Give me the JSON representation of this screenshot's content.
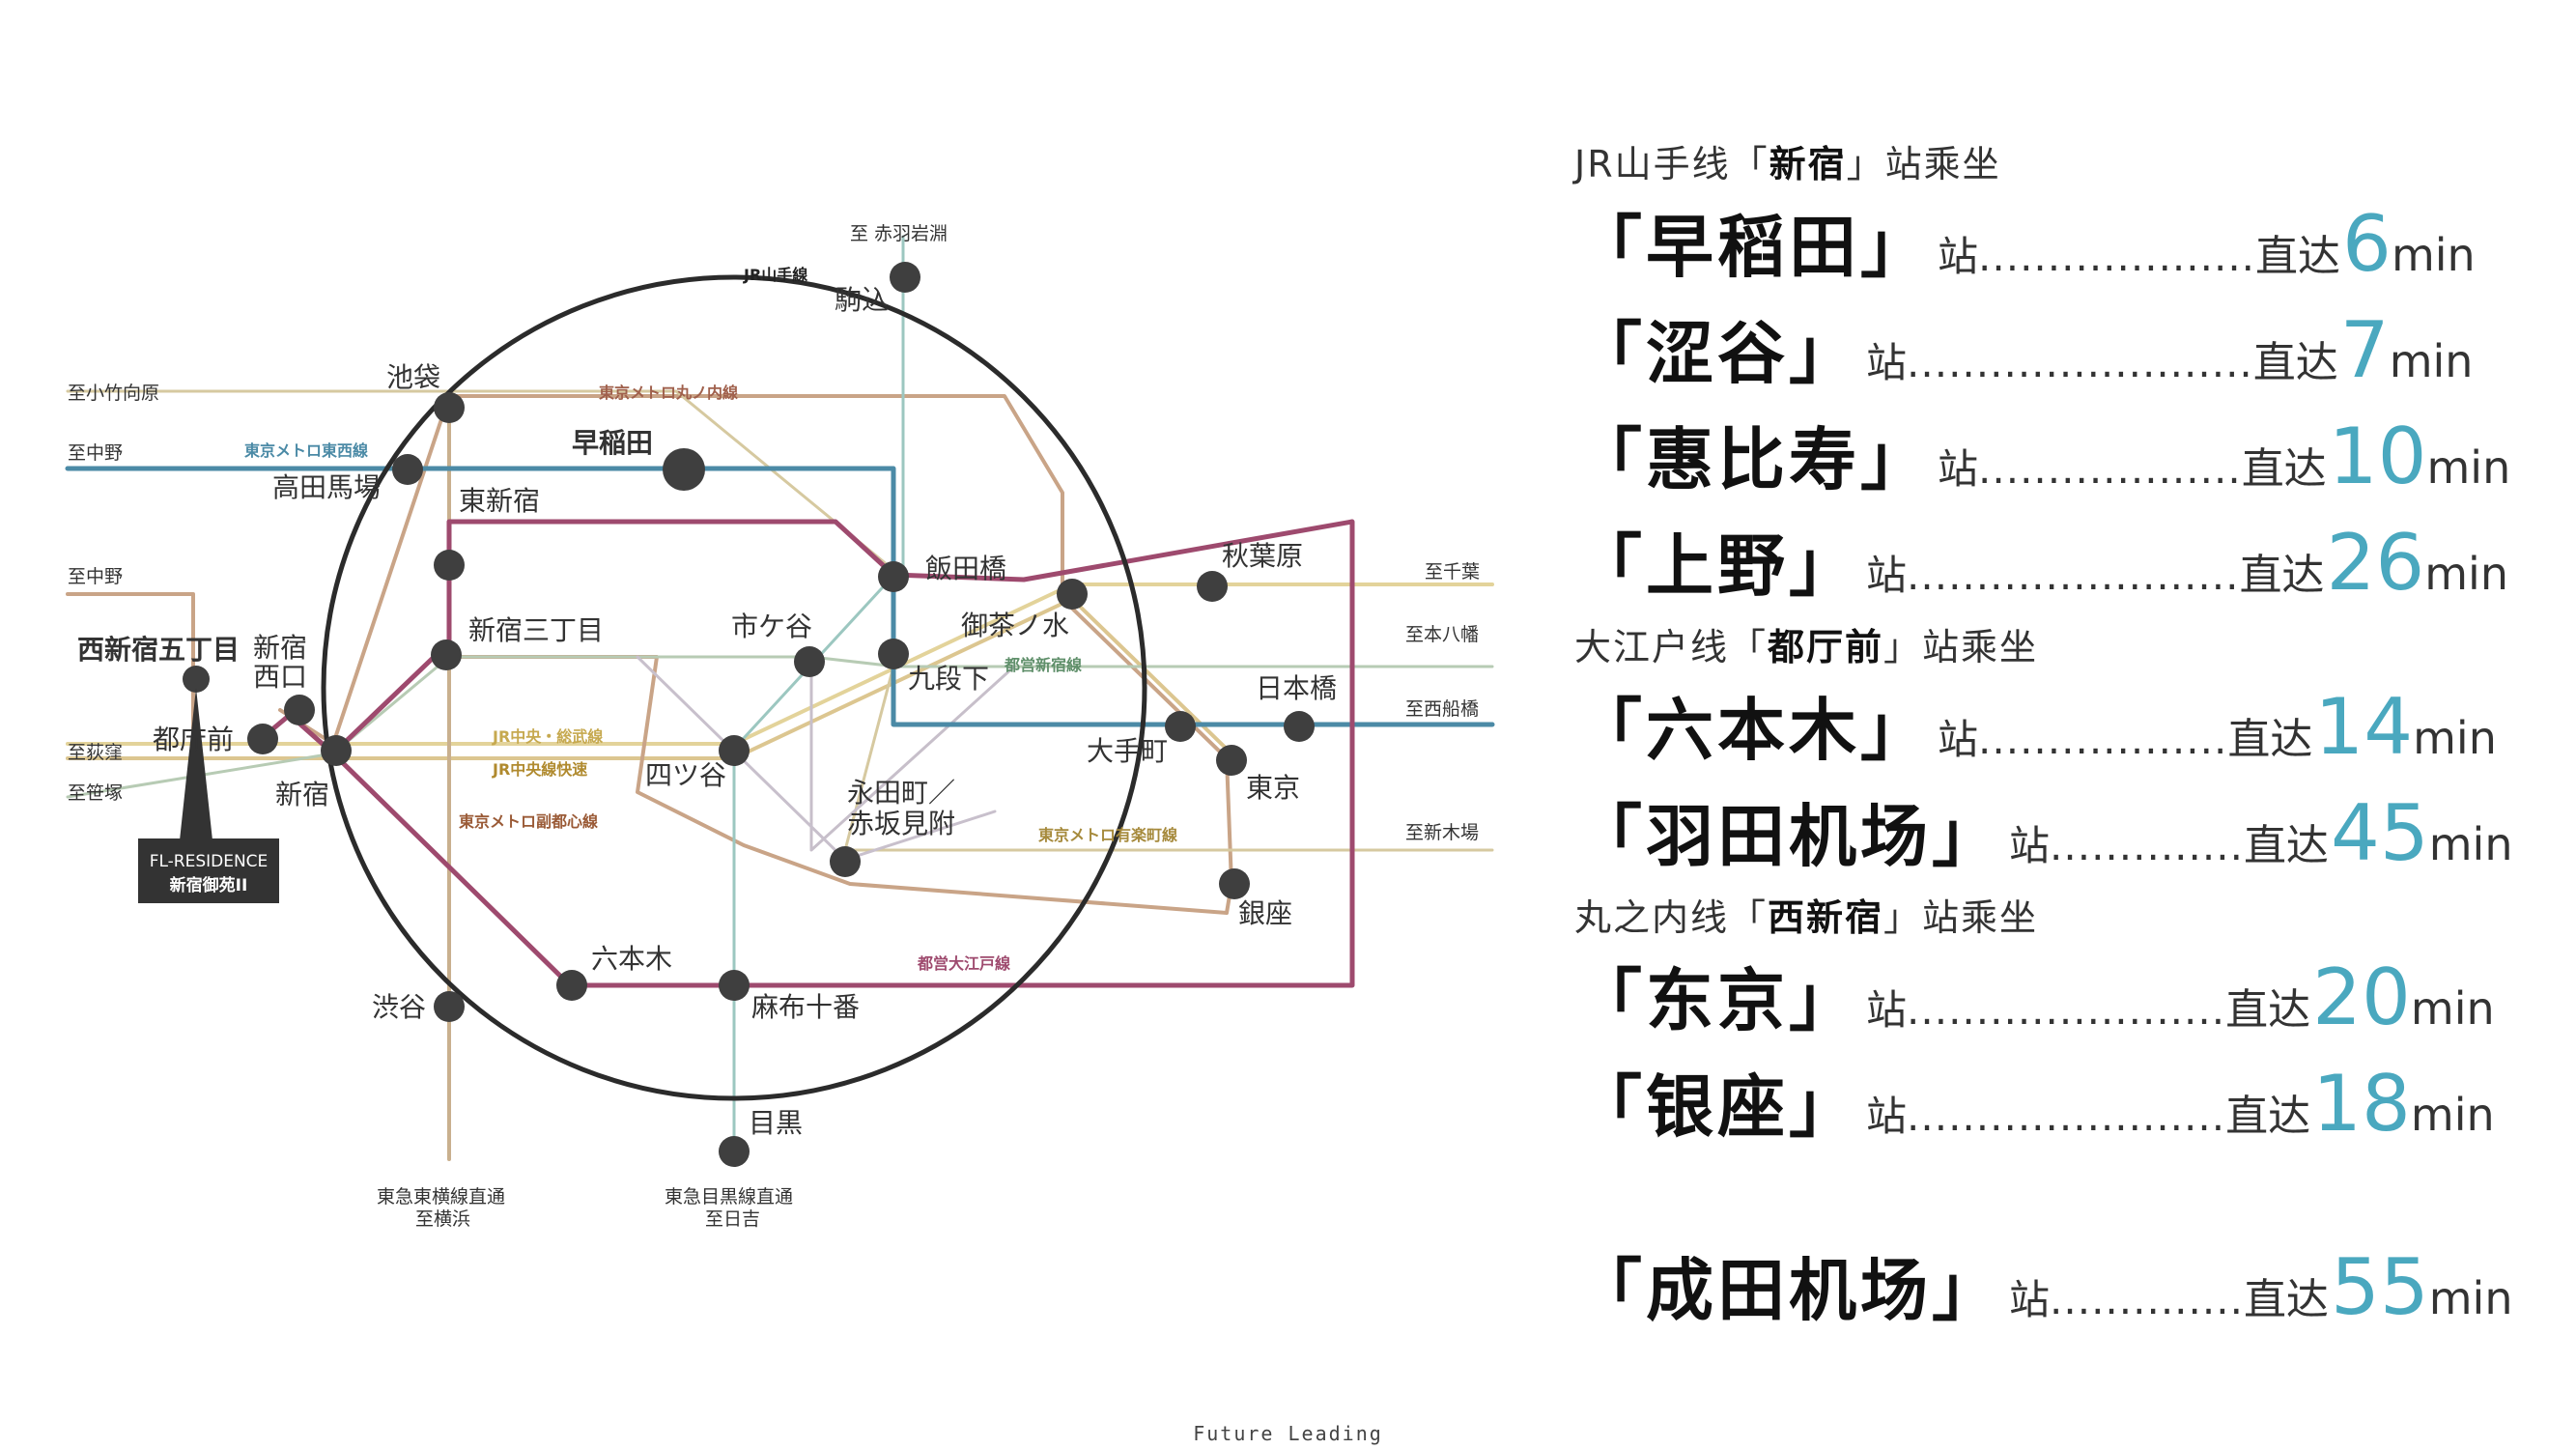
{
  "map": {
    "stations": {
      "komagome": "駒込",
      "ikebukuro": "池袋",
      "waseda": "早稲田",
      "takadanobaba": "高田馬場",
      "higashi_shinjuku": "東新宿",
      "shinjuku_sanchome": "新宿三丁目",
      "nishishinjuku_gochome": "西新宿五丁目",
      "shinjuku_nishiguchi": "新宿\n西口",
      "tochomae": "都庁前",
      "shinjuku": "新宿",
      "iidabashi": "飯田橋",
      "ichigaya": "市ケ谷",
      "kudanshita": "九段下",
      "ochanomizu": "御茶ノ水",
      "akihabara": "秋葉原",
      "nihonbashi": "日本橋",
      "otemachi": "大手町",
      "tokyo": "東京",
      "yotsuya": "四ツ谷",
      "nagatacho": "永田町／\n赤坂見附",
      "ginza": "銀座",
      "roppongi": "六本木",
      "azabujuban": "麻布十番",
      "shibuya": "渋谷",
      "meguro": "目黒"
    },
    "destinations": {
      "akabane": "至 赤羽岩淵",
      "kotakemukaihara": "至小竹向原",
      "nakano1": "至中野",
      "nakano2": "至中野",
      "ogikubo": "至荻窪",
      "sasazuka": "至笹塚",
      "chiba": "至千葉",
      "motoyawata": "至本八幡",
      "nishifunabashi": "至西船橋",
      "shinkiba": "至新木場",
      "tokyu_toyoko": "東急東横線直通\n至横浜",
      "tokyu_meguro": "東急目黒線直通\n至日吉"
    },
    "lines": {
      "yamanote": "JR山手線",
      "marunouchi": "東京メトロ丸ノ内線",
      "tozai": "東京メトロ東西線",
      "chuo_sobu": "JR中央・総武線",
      "chuo_rapid": "JR中央線快速",
      "fukutoshin": "東京メトロ副都心線",
      "shinjuku_line": "都営新宿線",
      "yurakucho": "東京メトロ有楽町線",
      "oedo": "都営大江戸線"
    },
    "residence": {
      "line1": "FL-RESIDENCE",
      "line2": "新宿御苑II"
    },
    "colors": {
      "yamanote": "#2b2b2b",
      "marunouchi": "#c9a487",
      "tozai": "#4b8aa6",
      "oedo": "#9e4a6e",
      "chuo": "#e3d39a",
      "fukutoshin": "#c9b08e",
      "shinjuku_line": "#b7cbb4",
      "yurakucho": "#d6c9a0",
      "namboku": "#9cc7c0",
      "mita": "#a9bfd6",
      "hibiya": "#c8c0cc"
    }
  },
  "panel": {
    "sec1": {
      "pre": "JR山手线「",
      "station": "新宿",
      "post": "」站乘坐"
    },
    "sec2": {
      "pre": "大江户线「",
      "station": "都厅前",
      "post": "」站乘坐"
    },
    "sec3": {
      "pre": "丸之内线「",
      "station": "西新宿",
      "post": "」站乘坐"
    },
    "rows": [
      {
        "name": "「早稻田」",
        "suffix": "站",
        "dots": "....................",
        "direct": "直达",
        "minutes": "6",
        "unit": "min"
      },
      {
        "name": "「涩谷」",
        "suffix": "站",
        "dots": ".........................",
        "direct": "直达",
        "minutes": "7",
        "unit": "min"
      },
      {
        "name": "「惠比寿」",
        "suffix": "站",
        "dots": "...................",
        "direct": "直达",
        "minutes": "10",
        "unit": "min"
      },
      {
        "name": "「上野」",
        "suffix": "站",
        "dots": "........................",
        "direct": "直达",
        "minutes": "26",
        "unit": "min"
      },
      {
        "name": "「六本木」",
        "suffix": "站",
        "dots": "..................",
        "direct": "直达",
        "minutes": "14",
        "unit": "min"
      },
      {
        "name": "「羽田机场」",
        "suffix": "站",
        "dots": "..............",
        "direct": "直达",
        "minutes": "45",
        "unit": "min"
      },
      {
        "name": "「东京」",
        "suffix": "站",
        "dots": ".......................",
        "direct": "直达",
        "minutes": "20",
        "unit": "min"
      },
      {
        "name": "「银座」",
        "suffix": "站",
        "dots": ".......................",
        "direct": "直达",
        "minutes": "18",
        "unit": "min"
      },
      {
        "name": "「成田机场」",
        "suffix": "站",
        "dots": "..............",
        "direct": "直达",
        "minutes": "55",
        "unit": "min"
      }
    ]
  },
  "footer": "Future  Leading"
}
